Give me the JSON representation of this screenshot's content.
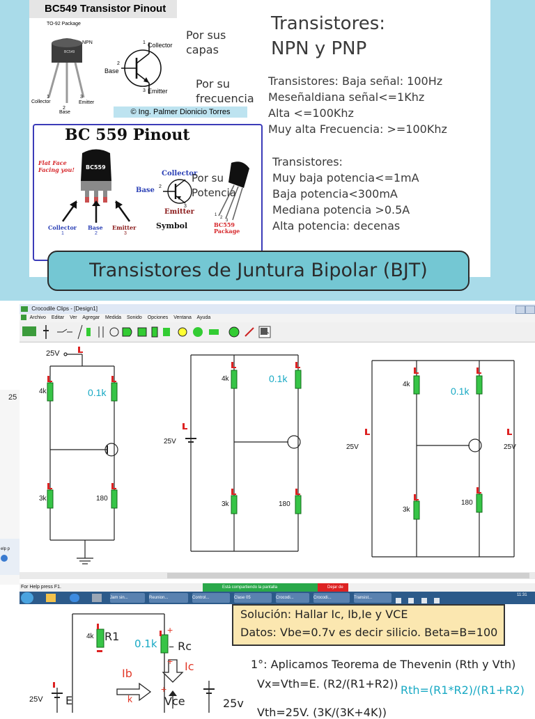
{
  "slide": {
    "bc549_title": "BC549 Transistor Pinout",
    "package_label": "TO-92 Package",
    "npn_label": "NPN",
    "chip_text": "BC549",
    "pin_1_label": "Collector",
    "pin_2_label": "Base",
    "pin_3_label": "Emitter",
    "pin_num_1": "1",
    "pin_num_2": "2",
    "pin_num_3": "3",
    "symbol_collector": "Collector",
    "symbol_base": "Base",
    "symbol_emitter": "Emitter",
    "por_sus_capas": "Por sus capas",
    "por_su_frecuencia": "Por su frecuencia",
    "copyright": "© Ing. Palmer Dionicio Torres",
    "bc559_title": "BC 559 Pinout",
    "flat_face": "Flat Face Facing you!",
    "bc559_chip": "BC559",
    "bc559_collector": "Collector",
    "bc559_base": "Base",
    "bc559_emitter": "Emitter",
    "bc559_sym_collector": "Collector",
    "bc559_sym_base": "Base",
    "bc559_sym_emitter": "Emitter",
    "symbol_word": "Symbol",
    "bc559_package": "BC559 Package",
    "por_su_potencia": "Por su Potencia",
    "heading_line1": "Transistores:",
    "heading_line2": "NPN y PNP",
    "freq_lines": [
      "Transistores: Baja señal: 100Hz",
      "Meseñaldiana señal<=1Khz",
      "Alta <=100Khz",
      "Muy alta Frecuencia: >=100Khz"
    ],
    "power_lines": [
      "Transistores:",
      "Muy baja potencia<=1mA",
      "Baja potencia<300mA",
      "Mediana potencia >0.5A",
      "Alta potencia: decenas"
    ],
    "banner": "Transistores de Juntura Bipolar (BJT)"
  },
  "app": {
    "title": "Crocodile Clips - [Design1]",
    "menu": [
      "Archivo",
      "Editar",
      "Ver",
      "Agregar",
      "Medida",
      "Sonido",
      "Opciones",
      "Ventana",
      "Ayuda"
    ],
    "status": "For Help press F1.",
    "share_text": "Está compartiendo la pantalla",
    "stop_share": "Dejar de",
    "left_edge_num": "25",
    "left_edge_help": "elp p",
    "circuit1": {
      "supply": "25V",
      "r1": "4k",
      "rc": "0.1k",
      "r2": "3k",
      "re": "180"
    },
    "circuit2": {
      "r1": "4k",
      "rc": "0.1k",
      "supply": "25V",
      "r2": "3k",
      "re": "180"
    },
    "circuit3": {
      "r1": "4k",
      "rc": "0.1k",
      "supply_left": "25V",
      "supply_right": "25V",
      "re": "180",
      "r2": "3k"
    },
    "taskbar": [
      "Jam sin...",
      "Reunion...",
      "Control...",
      "Clase 05",
      "Crocodi...",
      "Crocodi...",
      "Transist..."
    ],
    "clock": "11:31"
  },
  "bottom": {
    "r1_value": "4k",
    "r1_label": "R1",
    "rc_value": "0.1k",
    "rc_label": "– Rc",
    "plus_sign": "+",
    "ib_label": "Ib",
    "ic_label": "Ic",
    "e_label": "E",
    "supply_left": "25V",
    "supply_right": "25v",
    "vce_label": "Vce",
    "k_label": "k",
    "solution_line1": "Solución: Hallar Ic, Ib,Ie y VCE",
    "solution_line2": "Datos: Vbe=0.7v es decir silicio. Beta=B=100",
    "step1": "1°: Aplicamos Teorema de Thevenin (Rth y Vth)",
    "vx_line": "Vx=Vth=E. (R2/(R1+R2))",
    "rth_line": "Rth=(R1*R2)/(R1+R2)",
    "vth_line": "Vth=25V. (3K/(3K+4K))"
  }
}
